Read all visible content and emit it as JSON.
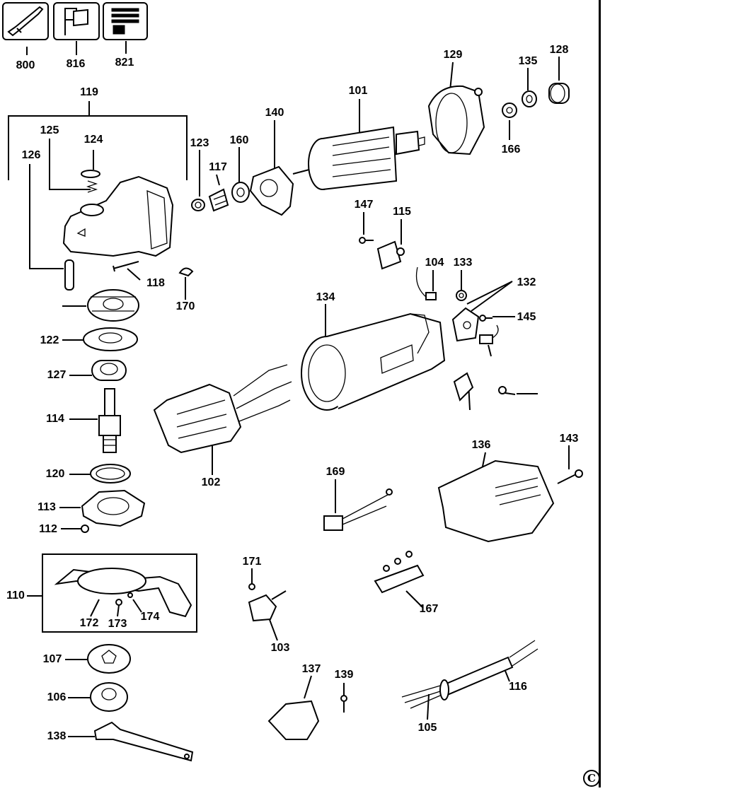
{
  "copyright_symbol": "C",
  "parts": [
    {
      "id": "800"
    },
    {
      "id": "816"
    },
    {
      "id": "821"
    },
    {
      "id": "119"
    },
    {
      "id": "125"
    },
    {
      "id": "124"
    },
    {
      "id": "126"
    },
    {
      "id": "123"
    },
    {
      "id": "117"
    },
    {
      "id": "160"
    },
    {
      "id": "140"
    },
    {
      "id": "101"
    },
    {
      "id": "129"
    },
    {
      "id": "135"
    },
    {
      "id": "128"
    },
    {
      "id": "166"
    },
    {
      "id": "147"
    },
    {
      "id": "115"
    },
    {
      "id": "104"
    },
    {
      "id": "133"
    },
    {
      "id": "132"
    },
    {
      "id": "145"
    },
    {
      "id": "134"
    },
    {
      "id": "118"
    },
    {
      "id": "170"
    },
    {
      "id": "122"
    },
    {
      "id": "127"
    },
    {
      "id": "114"
    },
    {
      "id": "102"
    },
    {
      "id": "120"
    },
    {
      "id": "113"
    },
    {
      "id": "112"
    },
    {
      "id": "136"
    },
    {
      "id": "143"
    },
    {
      "id": "169"
    },
    {
      "id": "110"
    },
    {
      "id": "172"
    },
    {
      "id": "173"
    },
    {
      "id": "174"
    },
    {
      "id": "171"
    },
    {
      "id": "103"
    },
    {
      "id": "167"
    },
    {
      "id": "107"
    },
    {
      "id": "106"
    },
    {
      "id": "138"
    },
    {
      "id": "137"
    },
    {
      "id": "139"
    },
    {
      "id": "116"
    },
    {
      "id": "105"
    }
  ]
}
